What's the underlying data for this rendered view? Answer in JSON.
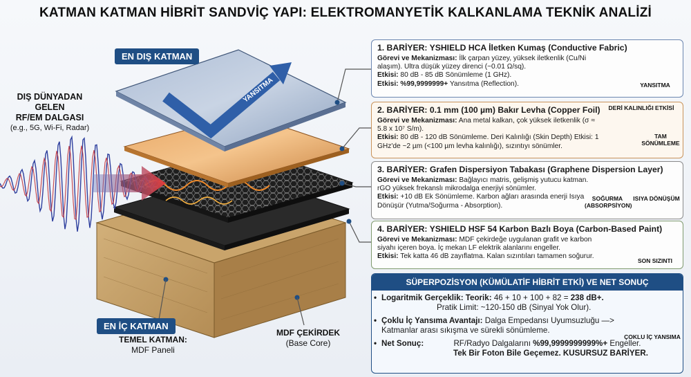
{
  "title": "KATMAN KATMAN HİBRİT SANDVİÇ YAPI: ELEKTROMANYETİK KALKANLAMA TEKNİK ANALİZİ",
  "left": {
    "outer_tag": "EN DIŞ KATMAN",
    "wave_title_1": "DIŞ DÜNYADAN GELEN",
    "wave_title_2": "RF/EM DALGASI",
    "wave_sub": "(e.g., 5G, Wi-Fi, Radar)",
    "arrow_label": "YANSITMA",
    "inner_tag": "EN İÇ KATMAN",
    "base_title": "TEMEL KATMAN:",
    "base_sub": "MDF Paneli",
    "core_title": "MDF ÇEKİRDEK",
    "core_sub": "(Base Core)"
  },
  "layers": [
    {
      "title": "1. BARİYER: YSHIELD HCA İletken Kumaş (Conductive Fabric)",
      "role_key": "Görevi ve Mekanizması:",
      "role": "İlk çarpan yüzey, yüksek iletkenlik (Cu/Ni alaşım). Ultra düşük yüzey direnci (~0.01 Ω/sq).",
      "perf_key": "Etkisi:",
      "perf": "80 dB - 85 dB Sönümleme (1 GHz).",
      "eff_key": "Etkisi: %99,9999999+",
      "eff": "Yansıtma (Reflection).",
      "icon_label": "YANSITMA",
      "color": "#1f4e84"
    },
    {
      "title": "2. BARİYER: 0.1 mm (100 µm) Bakır Levha (Copper Foil)",
      "role_key": "Görevi ve Mekanizması:",
      "role": "Ana metal kalkan, çok yüksek iletkenlik (σ ≈ 5.8 x 10⁷ S/m).",
      "perf_key": "Etkisi:",
      "perf": "80 dB - 120 dB Sönümleme. Deri Kalınlığı (Skin Depth) Etkisi: 1 GHz'de ~2 µm (<100 µm levha kalınlığı), sızıntıyı sönümler.",
      "icon_label_1": "DERİ KALINLIĞI ETKİSİ",
      "icon_label_2": "TAM SÖNÜMLEME",
      "color": "#c9935a"
    },
    {
      "title": "3. BARİYER: Grafen Dispersiyon Tabakası (Graphene Dispersion Layer)",
      "role_key": "Görevi ve Mekanizması:",
      "role": "Bağlayıcı matris, gelişmiş yutucu katman. rGO yüksek frekanslı mikrodalga enerjiyi sönümler.",
      "perf_key": "Etkisi:",
      "perf": "+10 dB Ek Sönümleme. Karbon ağları arasında enerji Isıya Dönüşür (Yutma/Soğurma - Absorption).",
      "icon_label_1": "SOĞURMA (ABSORPSİYON)",
      "icon_label_2": "ISIYA DÖNÜŞÜM"
    },
    {
      "title": "4. BARİYER: YSHIELD HSF 54 Karbon Bazlı Boya (Carbon-Based Paint)",
      "role_key": "Görevi ve Mekanizması:",
      "role": "MDF çekirdeğe uygulanan grafit ve karbon siyahı içeren boya. İç mekan LF elektrik alanlarını engeller.",
      "perf_key": "Etkisi:",
      "perf": "Tek katta 46 dB zayıflatma. Kalan sızıntıları tamamen soğurur.",
      "icon_label": "SON SIZINTI"
    }
  ],
  "summary": {
    "header": "SÜPERPOZİSYON (KÜMÜLATİF HİBRİT ETKİ) VE NET SONUÇ",
    "b1_key": "Logaritmik Gerçeklik: Teorik:",
    "b1_val": "46 + 10 + 100 + 82 =",
    "b1_res": "238 dB+.",
    "b1_line2": "Pratik Limit: ~120-150 dB (Sinyal Yok Olur).",
    "b2_key": "Çoklu İç Yansıma Avantajı:",
    "b2_val": "Dalga Empedansı Uyumsuzluğu —> Katmanlar arası sıkışma ve sürekli sönümleme.",
    "b3_key": "Net Sonuç:",
    "b3_val": "RF/Radyo Dalgalarını",
    "b3_res": "%99,9999999999%+",
    "b3_tail": "Engeller.",
    "b3_line2": "Tek Bir Foton Bile Geçemez. KUSURSUZ BARİYER.",
    "icon_label": "ÇOKLU İÇ YANSIMA"
  }
}
